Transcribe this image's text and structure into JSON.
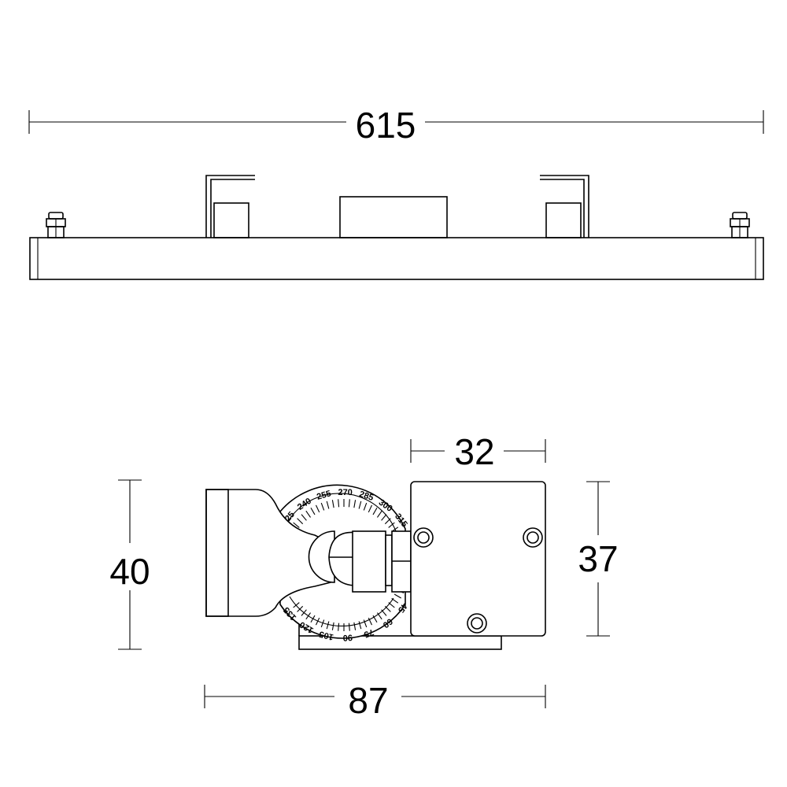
{
  "dimensions": {
    "length": "615",
    "bracket_width": "32",
    "height": "40",
    "box_height": "37",
    "depth": "87"
  },
  "protractor": {
    "upper_scale": [
      "225",
      "240",
      "255",
      "270",
      "285",
      "300",
      "315",
      "330"
    ],
    "lower_scale": [
      "135",
      "120",
      "105",
      "90",
      "75",
      "60",
      "45"
    ]
  }
}
